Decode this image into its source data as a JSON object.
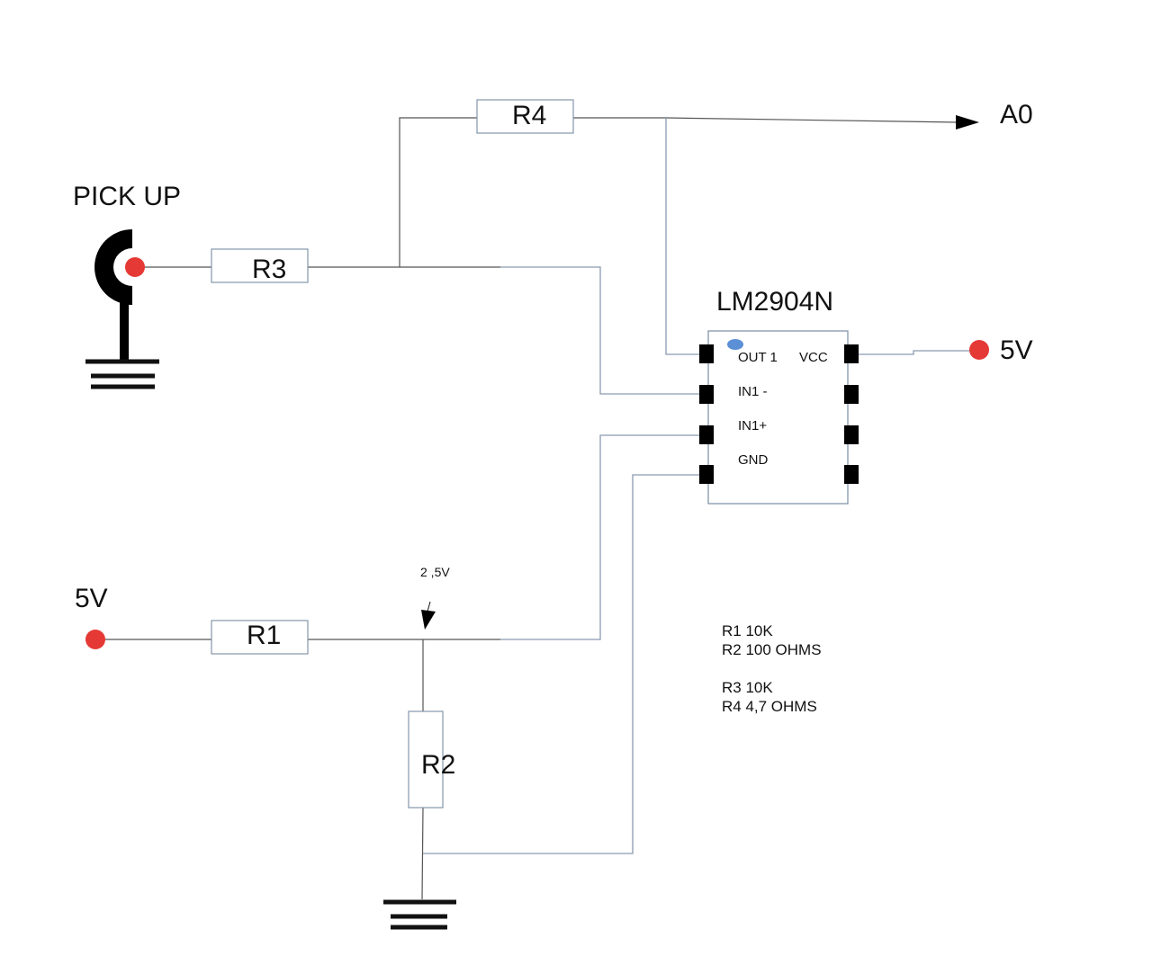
{
  "diagram": {
    "pickup_label": "PICK UP",
    "output_label": "A0",
    "ic": {
      "name": "LM2904N",
      "pins_left": [
        "OUT 1",
        "IN1 -",
        "IN1+",
        "GND"
      ],
      "pin_right_top": "VCC"
    },
    "supply_right_label": "5V",
    "supply_left_label": "5V",
    "divider_voltage_label": "2 ,5V",
    "resistors": {
      "r1": "R1",
      "r2": "R2",
      "r3": "R3",
      "r4": "R4"
    },
    "notes": [
      "R1 10K",
      "R2 100 OHMS",
      "R3 10K",
      "R4 4,7 OHMS"
    ],
    "colors": {
      "terminal": "#e53935",
      "wire": "#8a9bb0",
      "pin1_dot": "#5b8fd6"
    }
  }
}
